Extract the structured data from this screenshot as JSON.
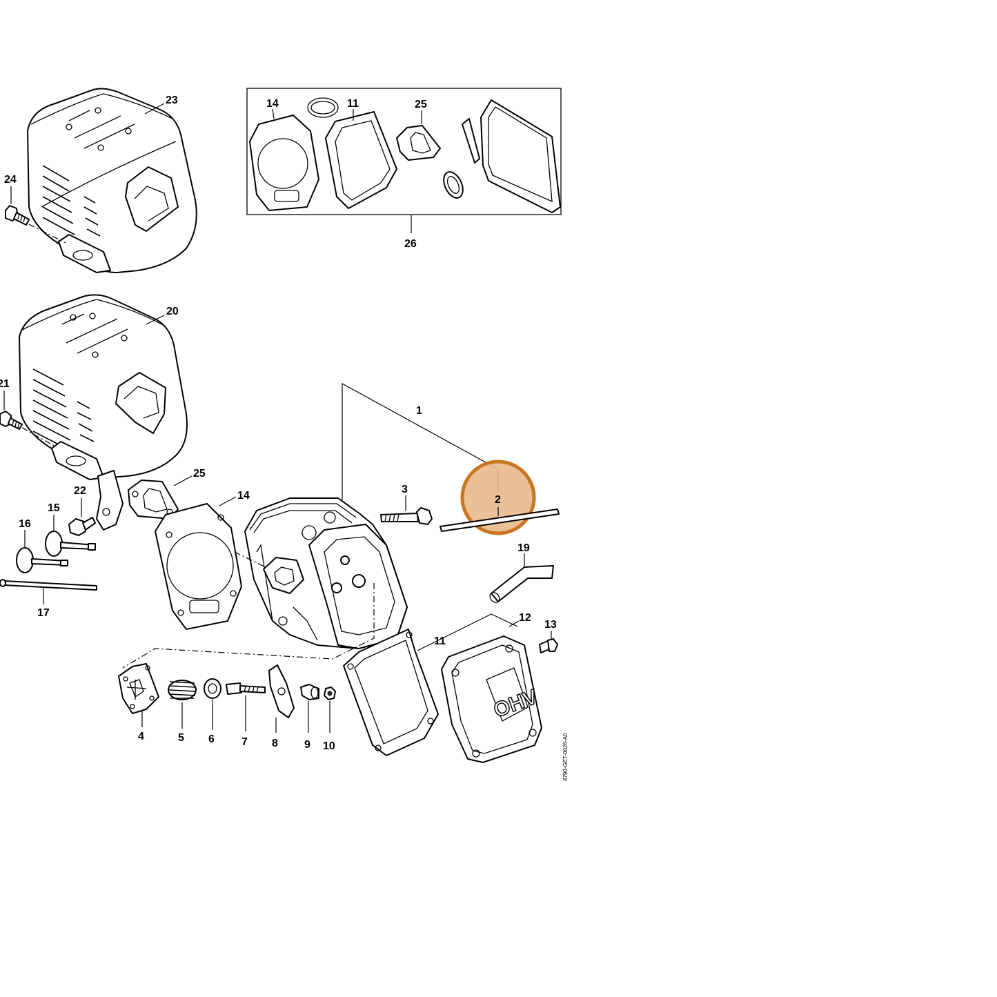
{
  "diagram": {
    "reference_code": "4790-GET-0026-A0",
    "callouts": {
      "c1": "1",
      "c2": "2",
      "c3": "3",
      "c4": "4",
      "c5": "5",
      "c6": "6",
      "c7": "7",
      "c8": "8",
      "c9": "9",
      "c10": "10",
      "c11a": "11",
      "c11b": "11",
      "c12": "12",
      "c13": "13",
      "c14a": "14",
      "c14b": "14",
      "c15": "15",
      "c16": "16",
      "c17": "17",
      "c19": "19",
      "c20": "20",
      "c21": "21",
      "c22": "22",
      "c23": "23",
      "c24": "24",
      "c25a": "25",
      "c25b": "25",
      "c26": "26"
    },
    "cover_logo_text": "OHV",
    "highlight": {
      "target_callout": "2",
      "fill": "#e9b98c",
      "stroke": "#c8751f"
    }
  }
}
